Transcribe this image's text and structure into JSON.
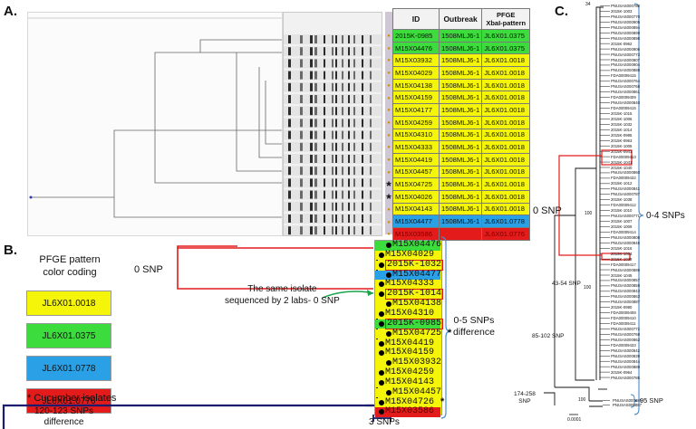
{
  "panel_labels": {
    "a": "A.",
    "b": "B.",
    "c": "C."
  },
  "panel_a": {
    "table_headers": {
      "id": "ID",
      "outbreak": "Outbreak",
      "pfge": "PFGE\nXbaI-pattern"
    },
    "star": "*",
    "rows": [
      {
        "id": "2015K-0985",
        "outbreak": "1508MLJ6-1",
        "pattern": "JL6X01.0375",
        "color": "#3ddc3d",
        "star": false
      },
      {
        "id": "M15X04476",
        "outbreak": "1508MLJ6-1",
        "pattern": "JL6X01.0375",
        "color": "#3ddc3d",
        "star": false
      },
      {
        "id": "M15X03932",
        "outbreak": "1508MLJ6-1",
        "pattern": "JL6X01.0018",
        "color": "#f5f50a",
        "star": false
      },
      {
        "id": "M15X04029",
        "outbreak": "1508MLJ6-1",
        "pattern": "JL6X01.0018",
        "color": "#f5f50a",
        "star": false
      },
      {
        "id": "M15X04138",
        "outbreak": "1508MLJ6-1",
        "pattern": "JL6X01.0018",
        "color": "#f5f50a",
        "star": false
      },
      {
        "id": "M15X04159",
        "outbreak": "1508MLJ6-1",
        "pattern": "JL6X01.0018",
        "color": "#f5f50a",
        "star": false
      },
      {
        "id": "M15X04177",
        "outbreak": "1508MLJ6-1",
        "pattern": "JL6X01.0018",
        "color": "#f5f50a",
        "star": false
      },
      {
        "id": "M15X04259",
        "outbreak": "1508MLJ6-1",
        "pattern": "JL6X01.0018",
        "color": "#f5f50a",
        "star": false
      },
      {
        "id": "M15X04310",
        "outbreak": "1508MLJ6-1",
        "pattern": "JL6X01.0018",
        "color": "#f5f50a",
        "star": false
      },
      {
        "id": "M15X04333",
        "outbreak": "1508MLJ6-1",
        "pattern": "JL6X01.0018",
        "color": "#f5f50a",
        "star": false
      },
      {
        "id": "M15X04419",
        "outbreak": "1508MLJ6-1",
        "pattern": "JL6X01.0018",
        "color": "#f5f50a",
        "star": false
      },
      {
        "id": "M15X04457",
        "outbreak": "1508MLJ6-1",
        "pattern": "JL6X01.0018",
        "color": "#f5f50a",
        "star": false
      },
      {
        "id": "M15X04725",
        "outbreak": "1508MLJ6-1",
        "pattern": "JL6X01.0018",
        "color": "#f5f50a",
        "star": true
      },
      {
        "id": "M15X04026",
        "outbreak": "1508MLJ6-1",
        "pattern": "JL6X01.0018",
        "color": "#f5f50a",
        "star": true
      },
      {
        "id": "M15X04143",
        "outbreak": "1508MLJ6-1",
        "pattern": "JL6X01.0018",
        "color": "#f5f50a",
        "star": false
      },
      {
        "id": "M15X04477",
        "outbreak": "1508MLJ6-1",
        "pattern": "JL6X01.0778",
        "color": "#2aa1e6",
        "star": false
      },
      {
        "id": "M15X03586",
        "outbreak": "",
        "pattern": "JL6X01.0776",
        "color": "#e31b1b",
        "star": false
      }
    ]
  },
  "panel_b": {
    "legend_title": "PFGE pattern\ncolor coding",
    "legend": [
      {
        "label": "JL6X01.0018",
        "color": "#f5f50a"
      },
      {
        "label": "JL6X01.0375",
        "color": "#3ddc3d"
      },
      {
        "label": "JL6X01.0778",
        "color": "#2aa1e6"
      },
      {
        "label": "JL6X01.0776",
        "color": "#e31b1b"
      }
    ],
    "cucumber_note": "* Cucumber isolates",
    "zero_snp": "0 SNP",
    "same_isolate": "The same isolate\nsequenced by 2 labs- 0 SNP",
    "snps_0_5": "0-5 SNPs\ndifference",
    "snps_120_123": "120-123 SNPs\ndifference",
    "scale": "3 SNPs",
    "isolates": [
      {
        "id": "M15X04476",
        "bg": "#3ddc3d",
        "box": false,
        "star": false
      },
      {
        "id": "M15X04029",
        "bg": "#f5f50a",
        "box": false,
        "star": false
      },
      {
        "id": "2015K-1032",
        "bg": "#f5f50a",
        "box": true,
        "star": false
      },
      {
        "id": "M15X04477",
        "bg": "#2aa1e6",
        "box": false,
        "star": false
      },
      {
        "id": "M15X04333",
        "bg": "#f5f50a",
        "box": false,
        "star": false
      },
      {
        "id": "2015K-1014",
        "bg": "#f5f50a",
        "box": true,
        "star": false
      },
      {
        "id": "M15X04138",
        "bg": "#f5f50a",
        "box": false,
        "star": false
      },
      {
        "id": "M15X04310",
        "bg": "#f5f50a",
        "box": false,
        "star": false
      },
      {
        "id": "2015K-0985",
        "bg": "#3ddc3d",
        "box": true,
        "star": false
      },
      {
        "id": "M15X04725",
        "bg": "#f5f50a",
        "box": false,
        "star": true
      },
      {
        "id": "M15X04419",
        "bg": "#f5f50a",
        "box": false,
        "star": false
      },
      {
        "id": "M15X04159",
        "bg": "#f5f50a",
        "box": false,
        "star": false
      },
      {
        "id": "M15X03932",
        "bg": "#f5f50a",
        "box": false,
        "star": false
      },
      {
        "id": "M15X04259",
        "bg": "#f5f50a",
        "box": false,
        "star": false
      },
      {
        "id": "M15X04143",
        "bg": "#f5f50a",
        "box": false,
        "star": false
      },
      {
        "id": "M15X04457",
        "bg": "#f5f50a",
        "box": false,
        "star": false
      },
      {
        "id": "M15X04726",
        "bg": "#f5f50a",
        "box": false,
        "star": true
      },
      {
        "id": "M15X03586",
        "bg": "#e31b1b",
        "box": false,
        "star": false
      }
    ]
  },
  "panel_c": {
    "zero_snp": "0 SNP",
    "snps_0_4": "0-4 SNPs",
    "snps_95": "95 SNP",
    "snps_43_54": "43-54 SNP",
    "snps_85_102": "85-102 SNP",
    "snps_174_258": "174-258\nSNP",
    "bootstrap_34": "34",
    "bootstrap_100a": "100",
    "bootstrap_100b": "100",
    "bootstrap_100c": "100",
    "scale": "0.0001",
    "leaves": [
      "PNUSAS000788",
      "2015K-1003",
      "PNUSAS000770",
      "PNUSAS000905",
      "PNUSAS000894",
      "PNUSAS000899",
      "PNUSAS000898",
      "2015K-0962",
      "PNUSAS000906",
      "PNUSAS000773",
      "PNUSAS000807",
      "PNUSAS000904",
      "PNUSAS000888",
      "FDA00009415",
      "PNUSAS000764",
      "PNUSAS000768",
      "PNUSAS000861",
      "FDA00009409",
      "PNUSAS000840",
      "FDA00009415",
      "2015K-1015",
      "2015K-1006",
      "2015K-1032",
      "2015K-1014",
      "2015K-0985",
      "2015K-0963",
      "2015K-1005",
      "2015K-0941",
      "FDA00009413",
      "2015K-1041",
      "2015K-1040",
      "PNUSAS000860",
      "FDA00009432",
      "2015K-1012",
      "PNUSAS000841",
      "PNUSAS000787",
      "2015K-1038",
      "FDA00009412",
      "2015K-1010",
      "PNUSAS000771",
      "2015K-1007",
      "2015K-1009",
      "FDA00009414",
      "PNUSAS000808",
      "PNUSAS000845",
      "2015K-1016",
      "2015K-1004",
      "2015K-1039",
      "FDA00009417",
      "PNUSAS000889",
      "2015K-1045",
      "PNUSAS000857",
      "PNUSAS000859",
      "PNUSAS000843",
      "PNUSAS000863",
      "PNUSAS000887",
      "2015K-0980",
      "FDA00009408",
      "FDA00009410",
      "FDA00009411",
      "PNUSAS000772",
      "PNUSAS000769",
      "PNUSAS000862",
      "FDA00009433",
      "PNUSAS000842",
      "PNUSAS000839",
      "PNUSAS000844",
      "PNUSAS000889",
      "2015K-0964",
      "PNUSAS000785",
      "PNUSAS000886",
      "PNUSAS000887"
    ]
  }
}
